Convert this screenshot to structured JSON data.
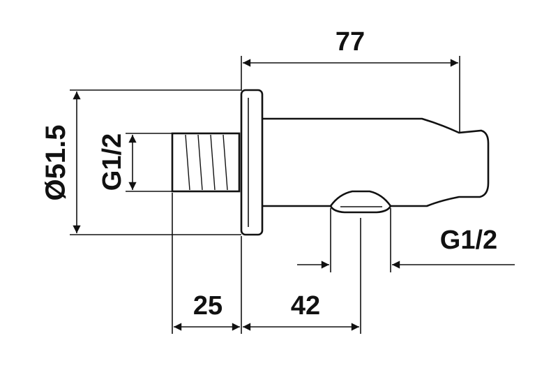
{
  "dimensions": {
    "overall_length": "77",
    "flange_diameter": "Ø51.5",
    "inlet_thread": "G1/2",
    "outlet_thread": "G1/2",
    "thread_length": "25",
    "outlet_offset": "42"
  },
  "colors": {
    "line": "#111111",
    "background": "#ffffff"
  }
}
